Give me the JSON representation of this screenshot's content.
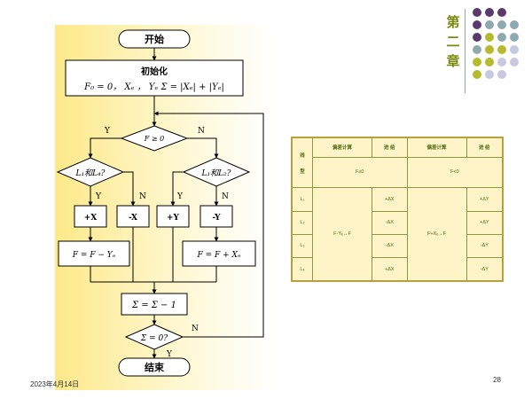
{
  "slide": {
    "chapter_chars": [
      "第",
      "二",
      "章"
    ],
    "date": "2023年4月14日",
    "page_number": "28",
    "accent_colors": [
      "#5a3a6e",
      "#b5bb2c",
      "#8fa9b0"
    ]
  },
  "flowchart": {
    "start": "开始",
    "init_title": "初始化",
    "init_body": "F₀ = 0，  Xₑ ，  Yₑ        Σ = |Xₑ| + |Yₑ|",
    "cond_f": "F ≥ 0",
    "cond_l1l4": "L₁和L₄?",
    "cond_l1l2": "L₁和L₂?",
    "cond_sigma": "Σ = 0?",
    "plus_x": "+X",
    "minus_x": "-X",
    "plus_y": "+Y",
    "minus_y": "-Y",
    "update_left": "F = F − Yₑ",
    "update_right": "F = F + Xₑ",
    "sigma_update": "Σ = Σ − 1",
    "end": "结束",
    "yes": "Y",
    "no": "N"
  },
  "table": {
    "header_line": "线",
    "header_type": "型",
    "col_calc": "偏差计算",
    "col_feed": "进 给",
    "f_ge0": "F≥0",
    "f_lt0": "F<0",
    "lines": [
      "L₁",
      "L₂",
      "L₃",
      "L₄"
    ],
    "calc_ge0": "F-Yₑ→F",
    "calc_lt0": "F+Xₑ→F",
    "feed_ge0": [
      "+ΔX",
      "-ΔX",
      "-ΔX",
      "+ΔX"
    ],
    "feed_lt0": [
      "+ΔY",
      "+ΔY",
      "-ΔY",
      "-ΔY"
    ]
  }
}
